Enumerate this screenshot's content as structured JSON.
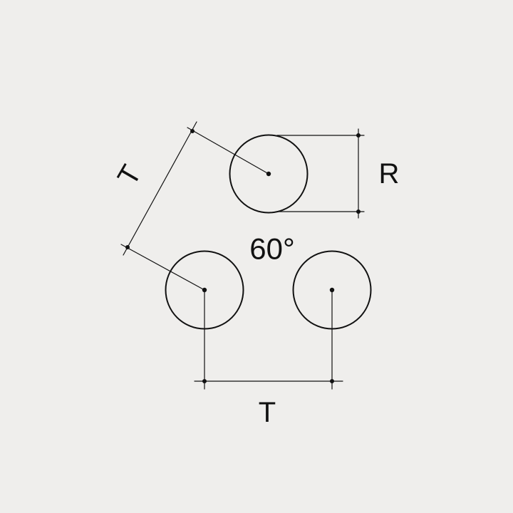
{
  "diagram": {
    "angle_label": "60°",
    "bottom_dimension_label": "T",
    "diagonal_dimension_label": "T",
    "radius_label": "R",
    "colors": {
      "background": "#efeeec",
      "stroke": "#111111"
    }
  }
}
